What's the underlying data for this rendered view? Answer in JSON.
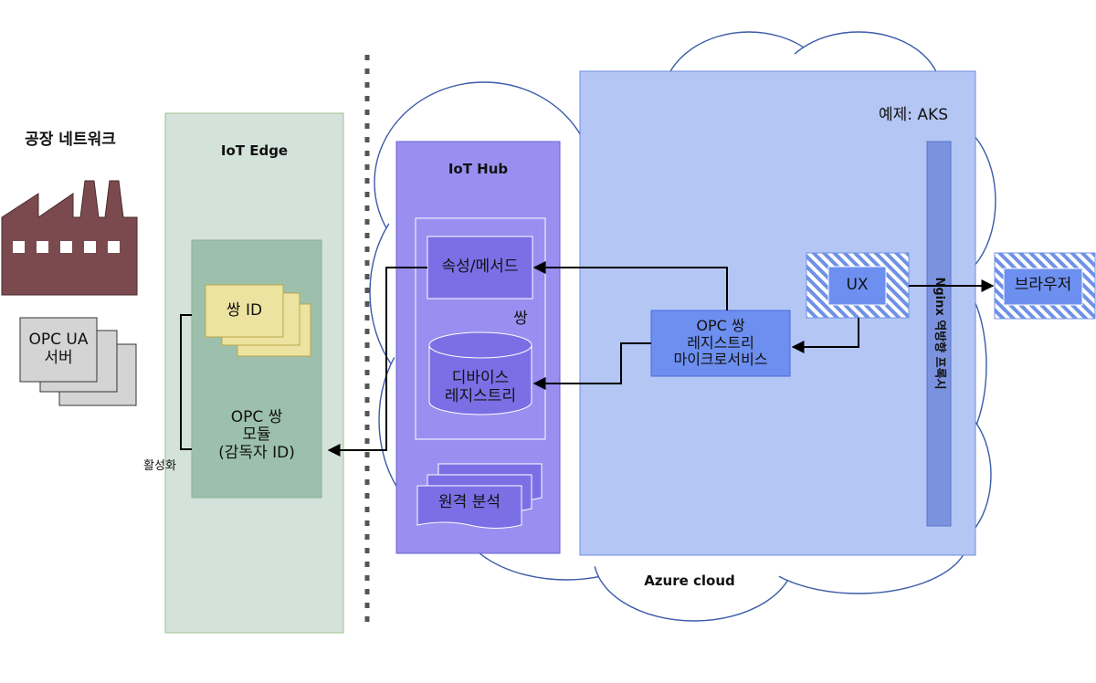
{
  "factory": {
    "title": "공장 네트워크",
    "server_label": "OPC UA\n서버",
    "activate_label": "활성화"
  },
  "iot_edge": {
    "title": "IoT Edge",
    "twin_id_label": "쌍 ID",
    "module_label": "OPC 쌍\n모듈\n(감독자 ID)"
  },
  "iot_hub": {
    "title": "IoT Hub",
    "properties_label": "속성/메서드",
    "twin_label": "쌍",
    "registry_label": "디바이스\n레지스트리",
    "analytics_label": "원격 분석"
  },
  "aks": {
    "title": "예제: AKS",
    "ux_label": "UX",
    "microservice_label": "OPC 쌍\n레지스트리\n마이크로서비스",
    "proxy_label": "Nginx 역방향 프록시"
  },
  "cloud": {
    "label": "Azure cloud"
  },
  "browser": {
    "label": "브라우저"
  },
  "colors": {
    "factory": "#7b4a4f",
    "edge_bg": "#d3e2da",
    "edge_border": "#9cc28f",
    "module_bg": "#9dc0ac",
    "twin_id": "#ede3a1",
    "iothub": "#9a8ff0",
    "iothub_inner": "#7b6fe6",
    "aks": "#b4c6f4",
    "aks_border": "#6c8ee0",
    "microservice": "#6d8ff0",
    "proxy": "#7b92df",
    "cloud_border": "#3a5ba8"
  }
}
